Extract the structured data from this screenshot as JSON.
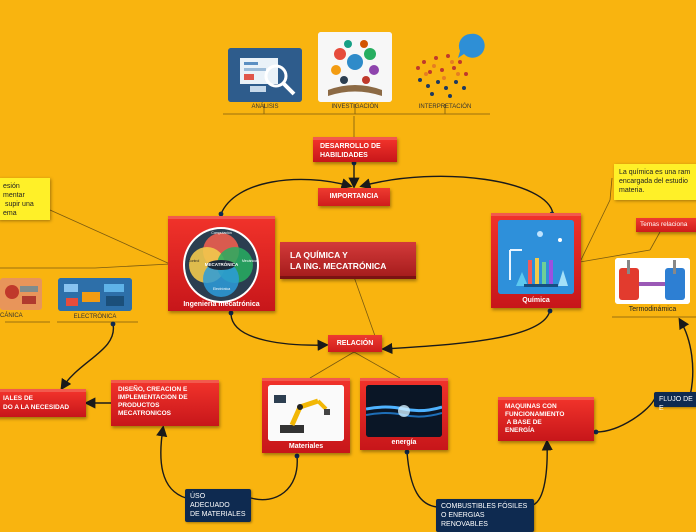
{
  "central": {
    "line1": "LA QUÍMICA Y",
    "line2": "LA ING. MECATRÓNICA"
  },
  "nodes": {
    "desarrollo": {
      "line1": "DESARROLLO DE",
      "line2": "HABILIDADES"
    },
    "importancia": "IMPORTANCIA",
    "relacion": "RELACIÓN",
    "diseno": {
      "line1": "DISEÑO, CREACION E",
      "line2": "IMPLEMENTACION DE",
      "line3": "PRODUCTOS",
      "line4": "MECATRONICOS"
    },
    "materiales_necesidad": {
      "line1": "IALES DE",
      "line2": "DO A LA NECESIDAD"
    },
    "maquinas": {
      "line1": "MAQUINAS CON",
      "line2": "FUNCIONAMIENTO",
      "line3": " A BASE DE",
      "line4": "ENERGÍA"
    },
    "temas": "Temas relaciona"
  },
  "tiles": {
    "ing": {
      "label": "Ingeniería mecatrónica",
      "venn_center": "MECATRÓNICA",
      "venn_labels": [
        "Computación",
        "Control",
        "Mecánica",
        "Electrónica"
      ]
    },
    "quimica": {
      "label": "Química"
    },
    "materiales": {
      "label": "Materiales"
    },
    "energia": {
      "label": "energía"
    }
  },
  "top_images": {
    "analisis": "ANÁLISIS",
    "investigacion": "INVESTIGACIÓN",
    "interpretacion": "INTERPRETACIÓN"
  },
  "left_images": {
    "mecanica": "CÁNICA",
    "electronica": "ELECTRÓNICA"
  },
  "notes": {
    "left": {
      "line1": "esión",
      "line2": "mentar",
      "line3": " supir una",
      "line4": "ema"
    },
    "right": {
      "line1": "La química es una ram",
      "line2": "encargada del estudio",
      "line3": "materia."
    }
  },
  "labels": {
    "termo": "Termodinámica",
    "uso": {
      "line1": "ÚSO ADECUADO",
      "line2": "DE MATERIALES"
    },
    "combustibles": {
      "line1": "COMBUSTIBLES FÓSILES",
      "line2": "O ENERGIAS RENOVABLES"
    },
    "flujo": "FLUJO DE E"
  },
  "colors": {
    "background": "#F9B40F",
    "red": "#D91F1F",
    "navy": "#0E2A50",
    "yellow_note": "#FFF028",
    "link": "#1A1A1A"
  }
}
